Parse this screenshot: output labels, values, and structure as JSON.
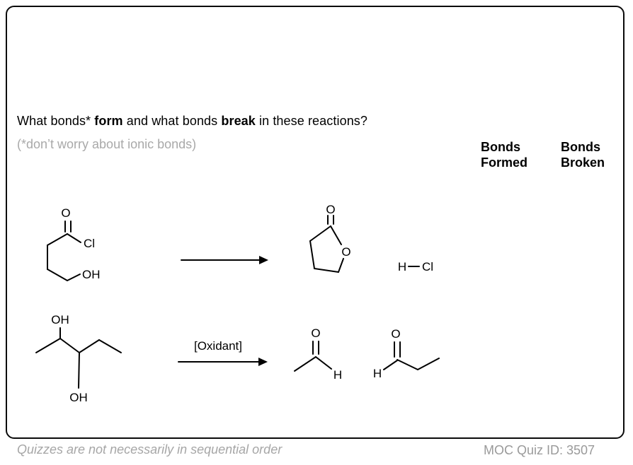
{
  "question": {
    "segments": [
      "What bonds* ",
      "form",
      " and what bonds ",
      "break",
      " in these reactions?"
    ],
    "note": "(*don’t worry about ionic bonds)"
  },
  "answer_columns": {
    "formed_line1": "Bonds",
    "formed_line2": "Formed",
    "broken_line1": "Bonds",
    "broken_line2": "Broken"
  },
  "reaction1": {
    "reactant": {
      "o": "O",
      "cl": "Cl",
      "oh": "OH"
    },
    "product": {
      "carbonyl_o": "O",
      "ring_o": "O"
    },
    "byproduct": {
      "h": "H",
      "cl": "Cl"
    }
  },
  "reaction2": {
    "arrow_label": "[Oxidant]",
    "reactant": {
      "oh_top": "OH",
      "oh_bottom": "OH"
    },
    "product1": {
      "o": "O",
      "h": "H"
    },
    "product2": {
      "h": "H",
      "o": "O"
    }
  },
  "footer": {
    "left": "Quizzes are not necessarily in sequential order",
    "right": "MOC Quiz ID: 3507"
  },
  "colors": {
    "ink": "#000000",
    "muted_gray": "#a6a6a6",
    "border": "#0a0a0a"
  }
}
